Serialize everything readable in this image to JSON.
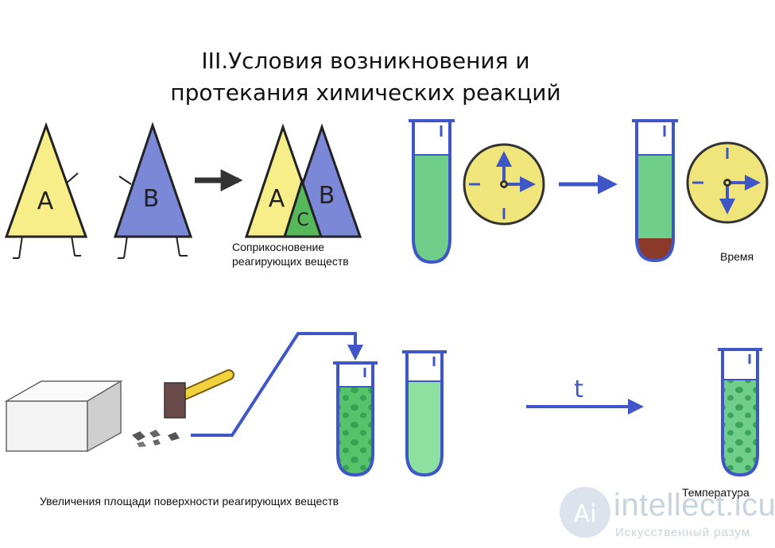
{
  "title": {
    "line1": "III.Условия возникновения и",
    "line2": "протекания химических реакций"
  },
  "panels": {
    "contact": {
      "label_line1": "Соприкосновение",
      "label_line2": "реагирующих веществ",
      "triangle_a_letter": "A",
      "triangle_b_letter": "B",
      "product_letter": "C"
    },
    "time": {
      "label": "Время"
    },
    "surface": {
      "label": "Увеличения площади поверхности реагирующих веществ"
    },
    "temperature": {
      "label": "Температура",
      "arrow_letter": "t"
    }
  },
  "watermark": {
    "main": "intellect.icu",
    "sub": "Искусственный разум",
    "logo_letter": "Ai"
  },
  "colors": {
    "yellow": "#f7ee8a",
    "blue": "#7b88d8",
    "green": "#6fcf8a",
    "arrow": "#3f56c6",
    "clock_face": "#efe57a",
    "precipitate": "#8b3a2a"
  }
}
